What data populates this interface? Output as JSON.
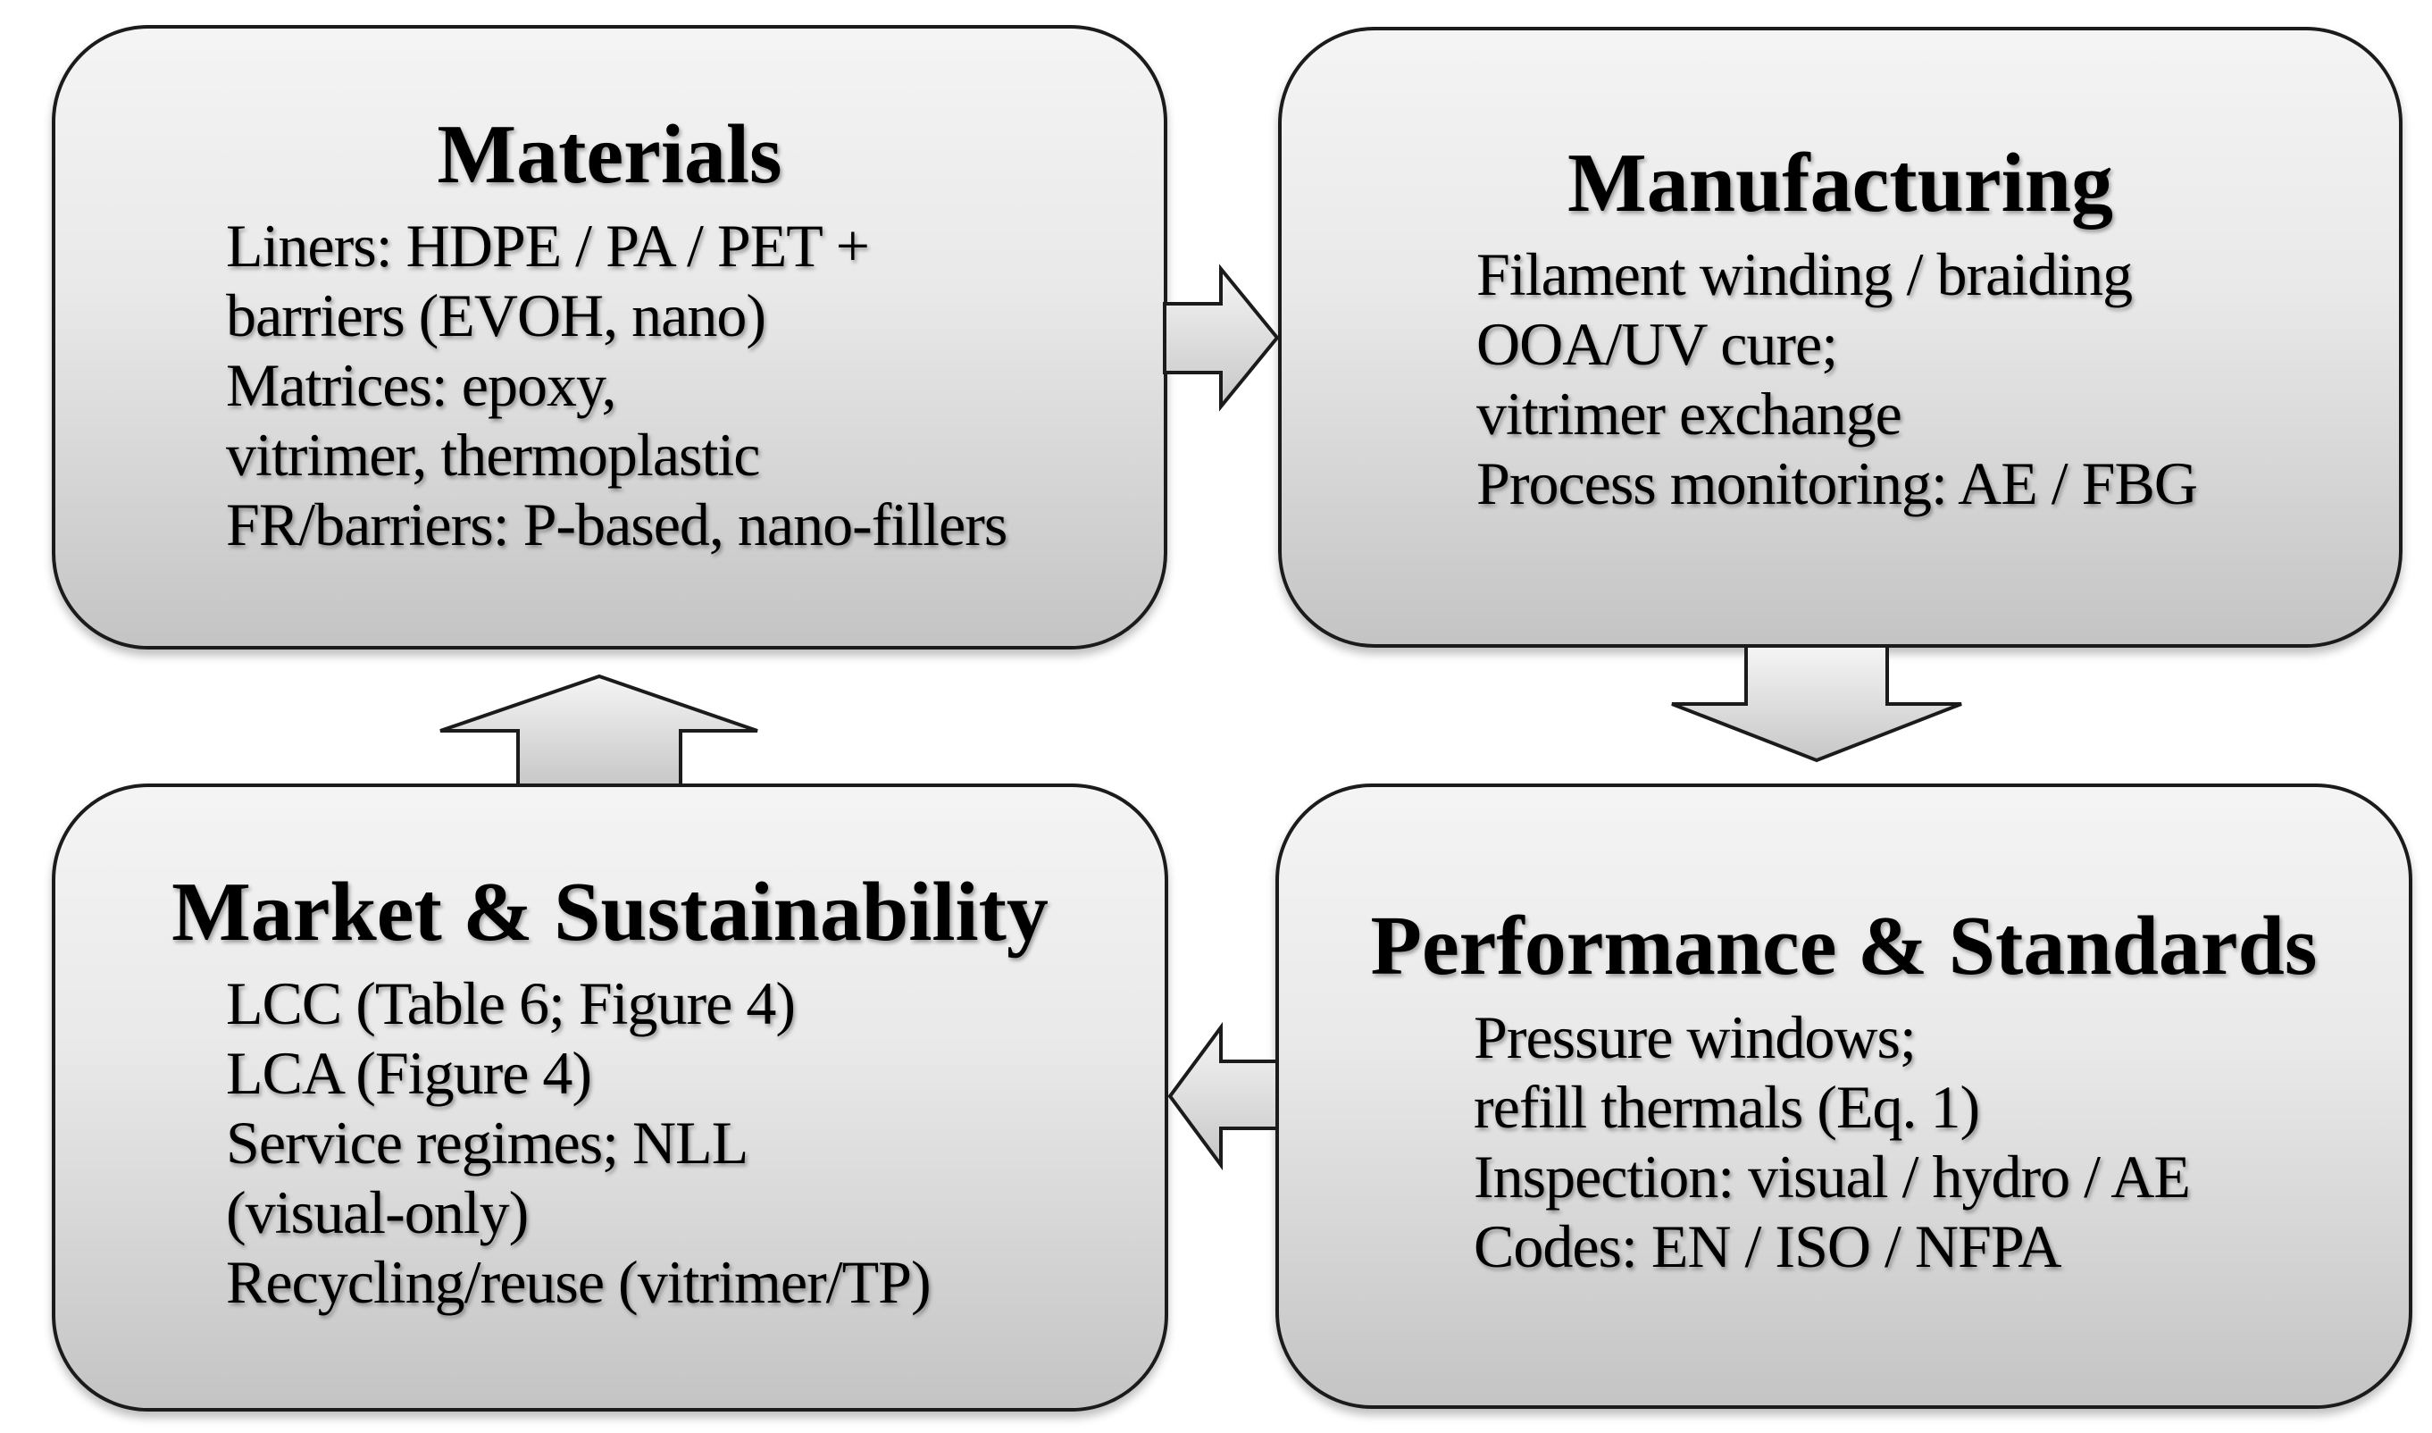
{
  "diagram": {
    "type": "flow-cycle",
    "background": "#ffffff",
    "colors": {
      "box_fill_top": "#f4f4f4",
      "box_fill_bottom": "#c4c4c4",
      "box_border": "#1b1b1b",
      "arrow_fill_top": "#f5f5f5",
      "arrow_fill_bottom": "#c7c7c7",
      "arrow_border": "#1b1b1b",
      "text": "#000000"
    },
    "boxes": [
      {
        "id": "materials",
        "title": "Materials",
        "lines": [
          "Liners: HDPE / PA / PET +",
          "barriers (EVOH, nano)",
          "Matrices: epoxy,",
          "vitrimer, thermoplastic",
          "FR/barriers: P-based, nano-fillers"
        ]
      },
      {
        "id": "manufacturing",
        "title": "Manufacturing",
        "lines": [
          "Filament winding / braiding",
          "OOA/UV cure;",
          "vitrimer exchange",
          "Process monitoring: AE / FBG"
        ]
      },
      {
        "id": "performance-standards",
        "title": "Performance & Standards",
        "lines": [
          "Pressure windows;",
          "refill thermals (Eq. 1)",
          "Inspection: visual / hydro / AE",
          "Codes: EN / ISO / NFPA"
        ]
      },
      {
        "id": "market-sustainability",
        "title": "Market & Sustainability",
        "lines": [
          "LCC (Table 6; Figure 4)",
          "LCA (Figure 4)",
          "Service regimes; NLL",
          "(visual-only)",
          "Recycling/reuse (vitrimer/TP)"
        ]
      }
    ],
    "arrows": [
      {
        "from": "Materials",
        "to": "Manufacturing",
        "direction": "right"
      },
      {
        "from": "Manufacturing",
        "to": "Performance & Standards",
        "direction": "down"
      },
      {
        "from": "Performance & Standards",
        "to": "Market & Sustainability",
        "direction": "left"
      },
      {
        "from": "Market & Sustainability",
        "to": "Materials",
        "direction": "up"
      }
    ]
  }
}
